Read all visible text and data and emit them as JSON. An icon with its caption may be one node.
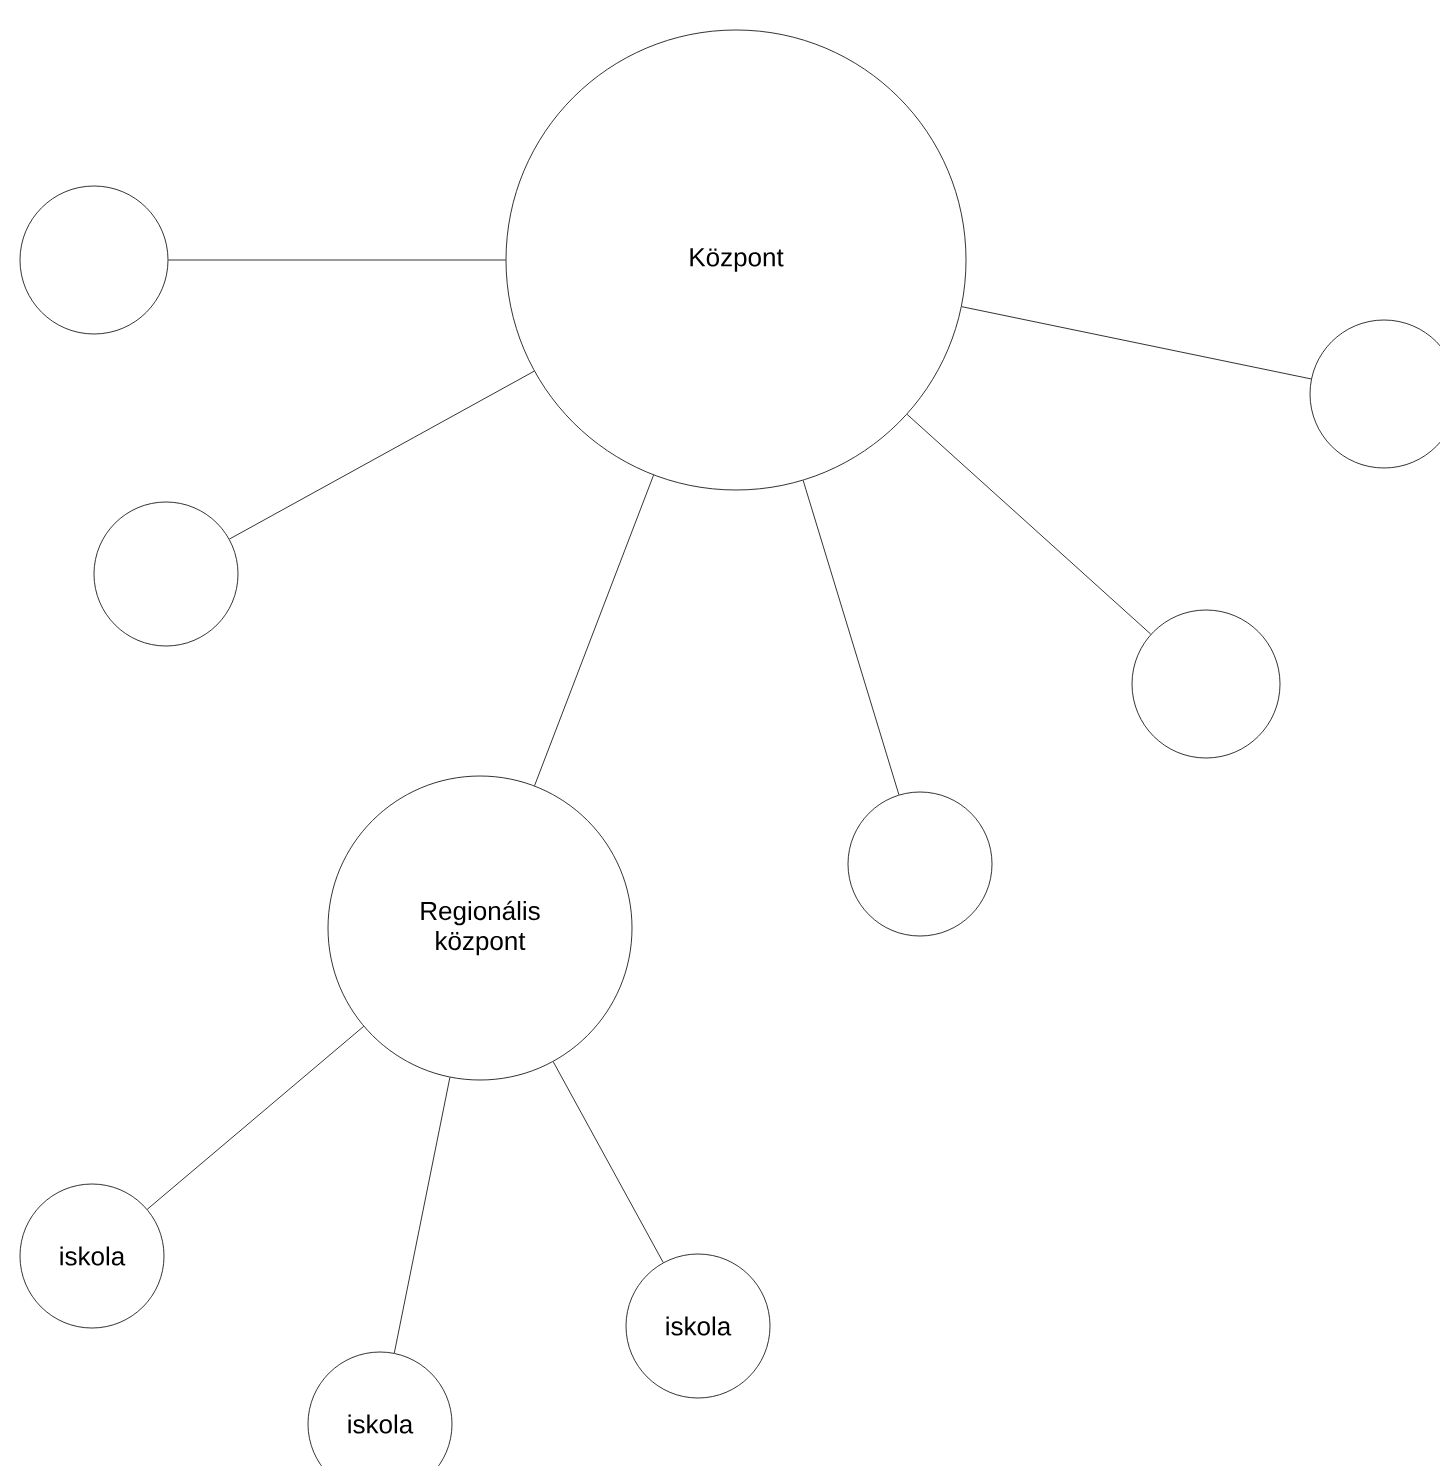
{
  "diagram": {
    "nodes": [
      {
        "text": [
          "Központ"
        ]
      },
      {
        "text": [],
        "shape": "circle"
      },
      {
        "text": [],
        "shape": "circle"
      },
      {
        "text": [],
        "shape": "circle"
      },
      {
        "text": [],
        "shape": "circle"
      },
      {
        "text": [],
        "shape": "circle"
      },
      {
        "text": [
          "Regionális központ"
        ]
      },
      {
        "text": [
          "iskola"
        ]
      },
      {
        "text": [
          "iskola"
        ]
      },
      {
        "text": [
          "iskola"
        ]
      }
    ],
    "edges": [
      {
        "from": 0,
        "to": 1,
        "arrow": "none"
      },
      {
        "from": 0,
        "to": 2,
        "arrow": "none"
      },
      {
        "from": 0,
        "to": 3,
        "arrow": "none"
      },
      {
        "from": 0,
        "to": 4,
        "arrow": "none"
      },
      {
        "from": 0,
        "to": 5,
        "arrow": "none"
      },
      {
        "from": 0,
        "to": 6,
        "arrow": "none"
      },
      {
        "from": 6,
        "to": 7,
        "arrow": "none"
      },
      {
        "from": 6,
        "to": 8,
        "arrow": "none"
      },
      {
        "from": 6,
        "to": 9,
        "arrow": "none"
      }
    ]
  }
}
